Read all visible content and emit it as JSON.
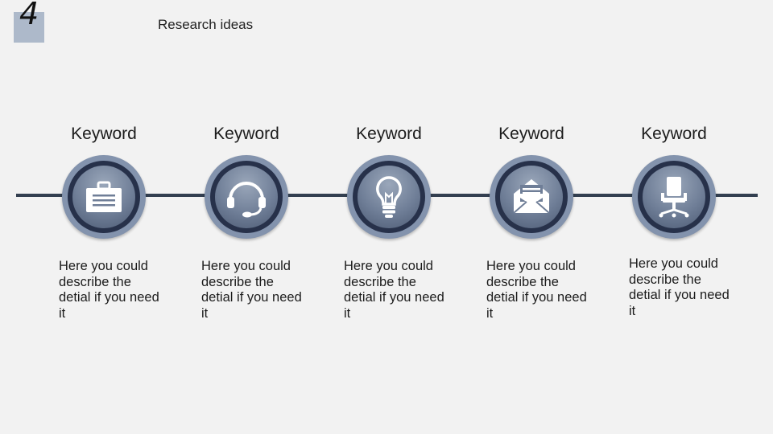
{
  "slide": {
    "number": "4",
    "title": "Research ideas"
  },
  "steps": [
    {
      "keyword": "Keyword",
      "description": "Here you could describe the detial if you need it",
      "icon": "briefcase-icon"
    },
    {
      "keyword": "Keyword",
      "description": "Here you could describe the detial if you need it",
      "icon": "headset-icon"
    },
    {
      "keyword": "Keyword",
      "description": "Here you could describe the detial if you need it",
      "icon": "lightbulb-icon"
    },
    {
      "keyword": "Keyword",
      "description": "Here you could describe the detial if you need it",
      "icon": "envelope-icon"
    },
    {
      "keyword": "Keyword",
      "description": "Here you could describe the detial if you need it",
      "icon": "office-chair-icon"
    }
  ],
  "colors": {
    "background": "#f2f2f2",
    "timeline": "#333f50",
    "outer_ring": "#8393ad",
    "inner_ring": "#27314a",
    "number_box": "#adb9ca"
  }
}
